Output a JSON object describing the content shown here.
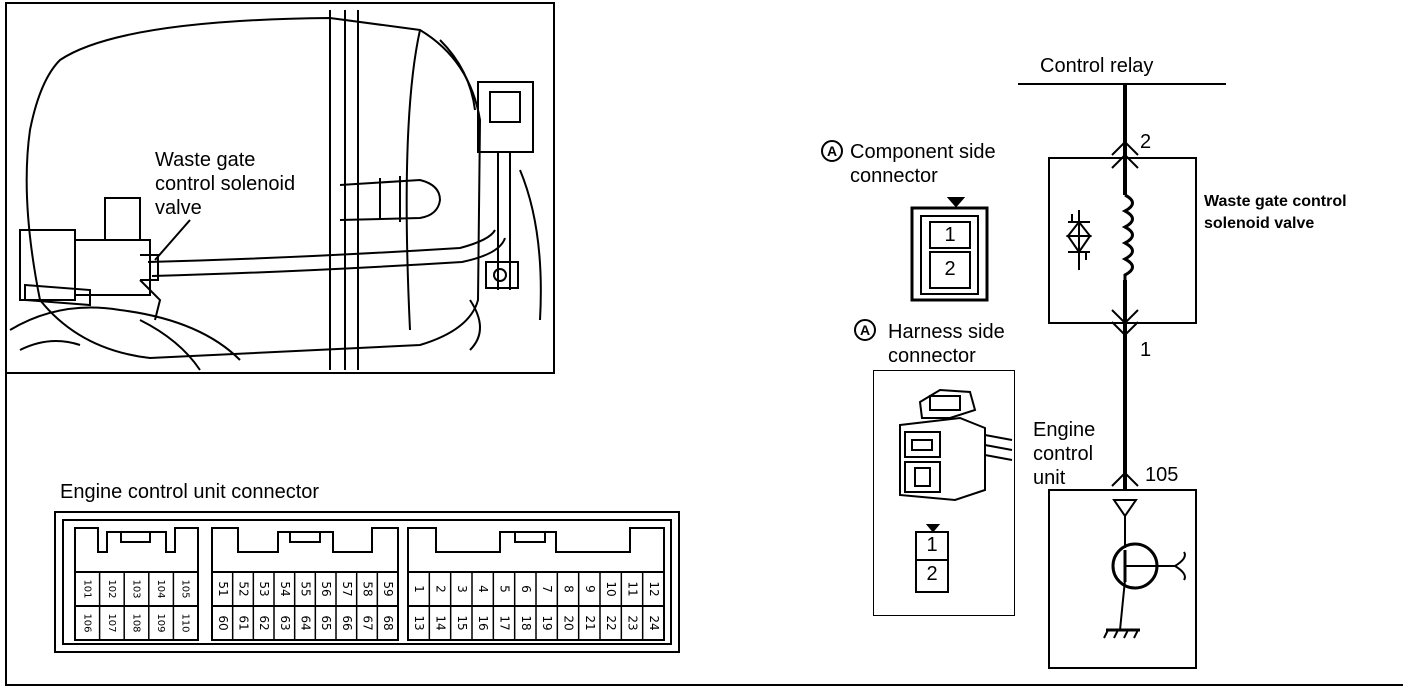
{
  "photo": {
    "callout": [
      "Waste gate",
      "control solenoid",
      "valve"
    ]
  },
  "ecu_connector": {
    "title": "Engine control unit connector",
    "blocks": [
      {
        "top": [
          "101",
          "102",
          "103",
          "104",
          "105"
        ],
        "bottom": [
          "106",
          "107",
          "108",
          "109",
          "110"
        ]
      },
      {
        "top": [
          "51",
          "52",
          "53",
          "54",
          "55",
          "56",
          "57",
          "58",
          "59"
        ],
        "bottom": [
          "60",
          "61",
          "62",
          "63",
          "64",
          "65",
          "66",
          "67",
          "68"
        ]
      },
      {
        "top": [
          "1",
          "2",
          "3",
          "4",
          "5",
          "6",
          "7",
          "8",
          "9",
          "10",
          "11",
          "12"
        ],
        "bottom": [
          "13",
          "14",
          "15",
          "16",
          "17",
          "18",
          "19",
          "20",
          "21",
          "22",
          "23",
          "24"
        ]
      }
    ]
  },
  "component_connector": {
    "marker": "A",
    "label_line1": "Component side",
    "label_line2": "connector",
    "pins": [
      "1",
      "2"
    ]
  },
  "harness_connector": {
    "marker": "A",
    "label_line1": "Harness side",
    "label_line2": "connector",
    "pins": [
      "1",
      "2"
    ]
  },
  "schematic": {
    "relay_label": "Control relay",
    "pin_top": "2",
    "pin_bottom": "1",
    "solenoid_label_line1": "Waste gate control",
    "solenoid_label_line2": "solenoid valve",
    "ecu_label": [
      "Engine",
      "control",
      "unit"
    ],
    "ecu_pin": "105"
  }
}
